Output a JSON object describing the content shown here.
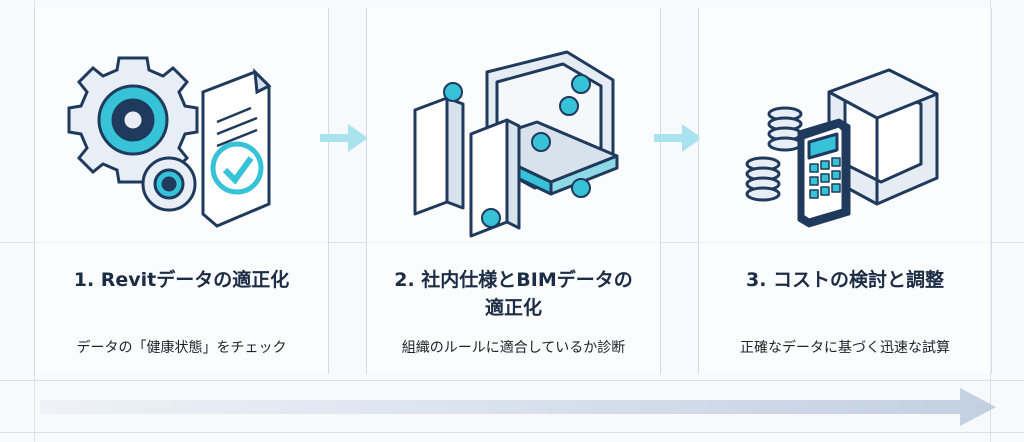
{
  "steps": [
    {
      "title": "1. Revitデータの適正化",
      "desc": "データの「健康状態」をチェック",
      "icon": "gear-document-check-icon"
    },
    {
      "title": "2. 社内仕様とBIMデータの\n適正化",
      "desc": "組織のルールに適合しているか診断",
      "icon": "building-model-check-icon"
    },
    {
      "title": "3. コストの検討と調整",
      "desc": "正確なデータに基づく迅速な試算",
      "icon": "coins-calculator-cube-icon"
    }
  ],
  "colors": {
    "accent": "#36c3d8",
    "line": "#1f3a5c",
    "arrow": "#c7d5e6"
  }
}
